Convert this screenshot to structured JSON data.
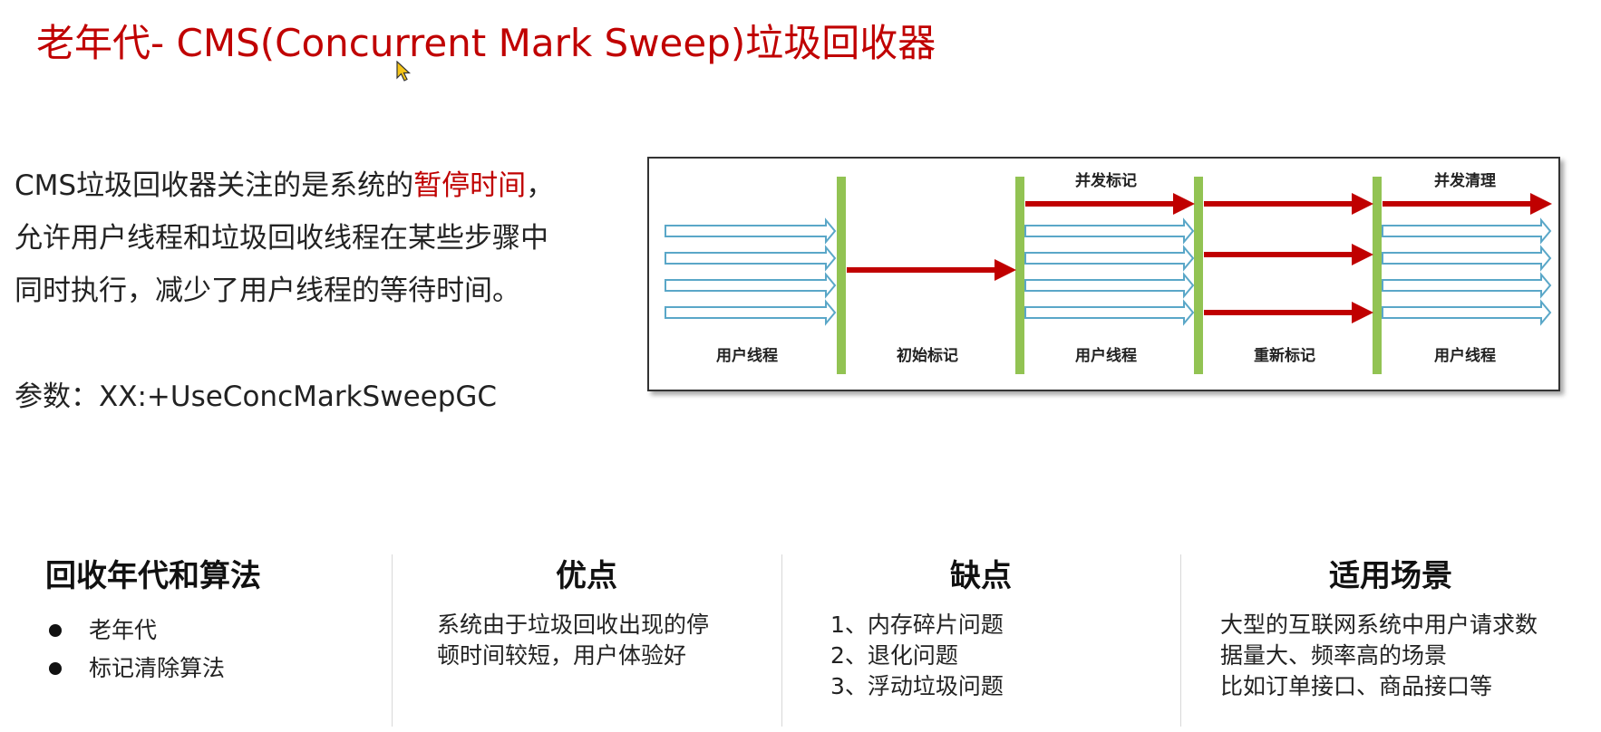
{
  "title": "老年代- CMS(Concurrent Mark Sweep)垃圾回收器",
  "description": {
    "line1_prefix": "CMS垃圾回收器关注的是系统的",
    "line1_highlight": "暂停时间",
    "line1_suffix": "，",
    "line2": "允许用户线程和垃圾回收线程在某些步骤中",
    "line3": "同时执行，减少了用户线程的等待时间。"
  },
  "parameter": "参数：XX:+UseConcMarkSweepGC",
  "diagram": {
    "phases": [
      {
        "label": "用户线程",
        "top_label": ""
      },
      {
        "label": "初始标记",
        "top_label": ""
      },
      {
        "label": "用户线程",
        "top_label": "并发标记"
      },
      {
        "label": "重新标记",
        "top_label": ""
      },
      {
        "label": "用户线程",
        "top_label": "并发清理"
      }
    ],
    "colors": {
      "user_thread": "#5aa7c8",
      "gc_thread": "#c00000",
      "barrier": "#92c353"
    }
  },
  "columns": {
    "algorithm": {
      "heading": "回收年代和算法",
      "items": [
        "老年代",
        "标记清除算法"
      ]
    },
    "advantages": {
      "heading": "优点",
      "lines": [
        "系统由于垃圾回收出现的停",
        "顿时间较短，用户体验好"
      ]
    },
    "disadvantages": {
      "heading": "缺点",
      "lines": [
        "1、内存碎片问题",
        "2、退化问题",
        "3、浮动垃圾问题"
      ]
    },
    "scenarios": {
      "heading": "适用场景",
      "lines": [
        "大型的互联网系统中用户请求数",
        "据量大、频率高的场景",
        "比如订单接口、商品接口等"
      ]
    }
  },
  "colors": {
    "accent_red": "#c00000"
  }
}
